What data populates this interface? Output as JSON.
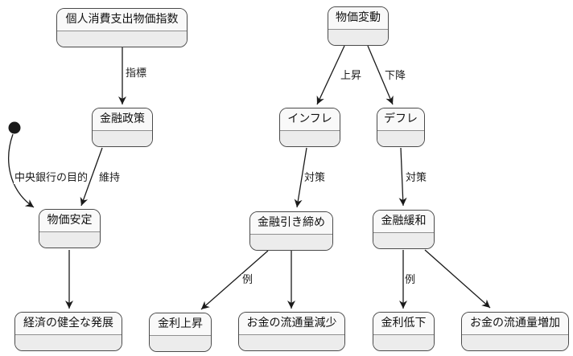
{
  "diagram": {
    "type": "state-flow-diagram",
    "language": "ja",
    "colors": {
      "background": "#ffffff",
      "node_border": "#4a4a4a",
      "node_title_fill": "#f9f9f9",
      "node_body_fill": "#ececec",
      "divider": "#8f8f8f",
      "edge": "#1a1a1a",
      "text": "#111111"
    },
    "initial_state": {
      "icon": "initial-state-dot"
    },
    "nodes": {
      "pce_price_index": {
        "label": "個人消費支出物価指数"
      },
      "price_change": {
        "label": "物価変動"
      },
      "monetary_policy": {
        "label": "金融政策"
      },
      "inflation": {
        "label": "インフレ"
      },
      "deflation": {
        "label": "デフレ"
      },
      "price_stability": {
        "label": "物価安定"
      },
      "tightening": {
        "label": "金融引き締め"
      },
      "easing": {
        "label": "金融緩和"
      },
      "healthy_economy": {
        "label": "経済の健全な発展"
      },
      "rate_rise": {
        "label": "金利上昇"
      },
      "money_decrease": {
        "label": "お金の流通量減少"
      },
      "rate_fall": {
        "label": "金利低下"
      },
      "money_increase": {
        "label": "お金の流通量増加"
      }
    },
    "edge_labels": {
      "indicator": "指標",
      "rise": "上昇",
      "fall": "下降",
      "central_bank_goal": "中央銀行の目的",
      "maintain": "維持",
      "inflation_countermeasure": "対策",
      "deflation_countermeasure": "対策",
      "tightening_example": "例",
      "easing_example": "例"
    }
  }
}
